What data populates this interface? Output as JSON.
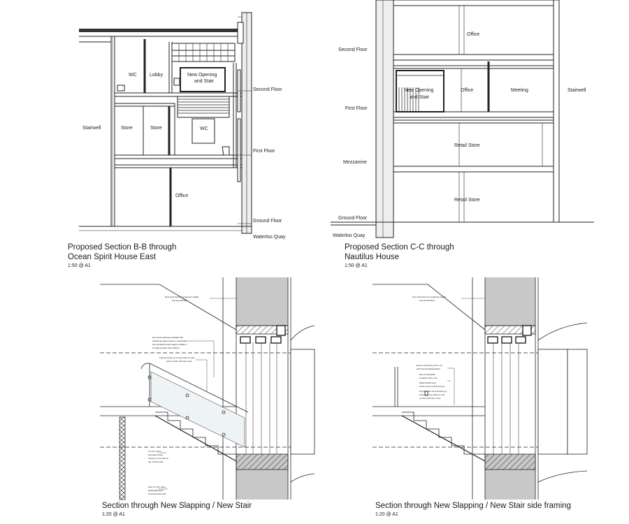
{
  "section_bb": {
    "rooms": [
      "WC",
      "Lobby",
      "New Opening\nand Stair",
      "Stairwell",
      "Store",
      "Store",
      "WC",
      "Office"
    ],
    "levels": [
      "Second Floor",
      "First Floor",
      "Ground Floor",
      "Waterloo Quay"
    ],
    "caption_line1": "Proposed Section B-B through",
    "caption_line2": "Ocean Spirit House East",
    "scale": "1:50 @ A1"
  },
  "section_cc": {
    "rooms": [
      "Office",
      "New Opening\nand Stair",
      "Office",
      "Meeting",
      "Stairwell",
      "Retail Store",
      "Retail Store"
    ],
    "levels": [
      "Second Floor",
      "First Floor",
      "Mezzanine",
      "Ground Floor",
      "Waterloo Quay"
    ],
    "caption_line1": "Proposed Section C-C through",
    "caption_line2": "Nautilus House",
    "scale": "1:50 @ A1"
  },
  "detail_stair": {
    "caption": "Section through New Slapping / New Stair",
    "scale": "1:20 @ A1"
  },
  "detail_framing": {
    "caption": "Section through New Slapping / New Stair side framing",
    "scale": "1:20 @ A1"
  }
}
